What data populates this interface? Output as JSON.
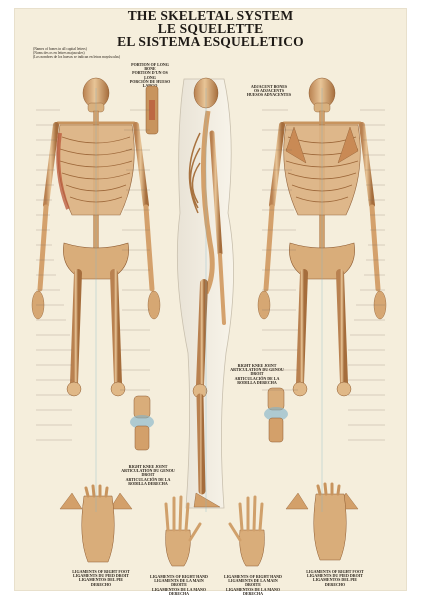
{
  "titles": {
    "en": "THE SKELETAL SYSTEM",
    "fr": "LE SQUELETTE",
    "es": "EL SISTEMA ESQUELETICO"
  },
  "legend_note": [
    "(Names of bones in all capital letters)",
    "(Noms des os en lettres majuscules)",
    "(Los nombres de los huesos se indican en letras mayúsculas)"
  ],
  "callouts": {
    "long_bone": [
      "PORTION OF LONG BONE",
      "PORTION D'UN OS LONG",
      "PORCIÓN DE HUESO LARGO"
    ],
    "adjacent_bones": [
      "ADJACENT BONES",
      "OS ADJACENTS",
      "HUESOS ADYACENTES"
    ],
    "right_knee": [
      "RIGHT KNEE JOINT",
      "ARTICULATION DU GENOU DROIT",
      "ARTICULACIÓN DE LA RODILLA DERECHA"
    ],
    "knee_front": [
      "RIGHT KNEE JOINT",
      "ARTICULATION DU GENOU DROIT",
      "ARTICULACIÓN DE LA RODILLA DERECHA"
    ]
  },
  "bottom_captions": [
    [
      "LIGAMENTS OF RIGHT FOOT",
      "LIGAMENTS DU PIED DROIT",
      "LIGAMENTOS DEL PIE DERECHO"
    ],
    [
      "LIGAMENTS OF RIGHT HAND",
      "LIGAMENTS DE LA MAIN DROITE",
      "LIGAMENTOS DE LA MANO DERECHA"
    ],
    [
      "LIGAMENTS OF RIGHT HAND",
      "LIGAMENTS DE LA MAIN DROITE",
      "LIGAMENTOS DE LA MANO DERECHA"
    ],
    [
      "LIGAMENTS OF RIGHT FOOT",
      "LIGAMENTS DU PIED DROIT",
      "LIGAMENTOS DEL PIE DERECHO"
    ]
  ],
  "colors": {
    "background": "#f5eedc",
    "bone": "#d7ab78",
    "bone_shadow": "#a9713f",
    "muscle_red": "#b85537",
    "cartilage_blue": "#7fb3c9",
    "leader_line": "#7a6a58"
  }
}
